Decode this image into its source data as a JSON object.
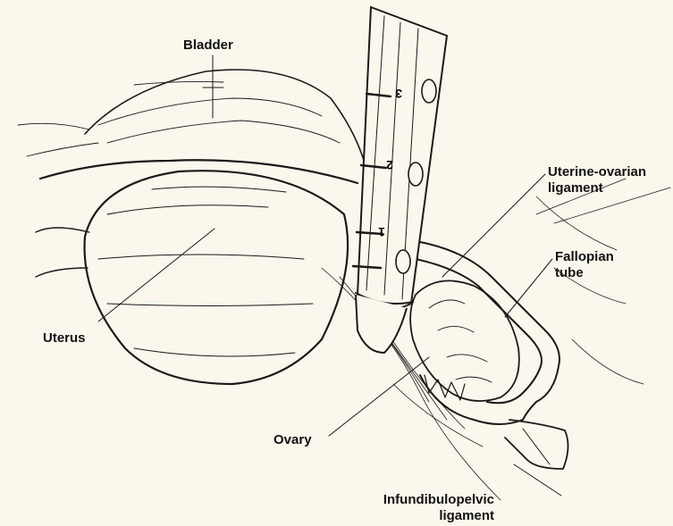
{
  "labels": {
    "bladder": "Bladder",
    "uterus": "Uterus",
    "uterine_ovarian_line1": "Uterine-ovarian",
    "uterine_ovarian_line2": "ligament",
    "fallopian_line1": "Fallopian",
    "fallopian_line2": "tube",
    "ovary": "Ovary",
    "infundibulopelvic_line1": "Infundibulopelvic",
    "infundibulopelvic_line2": "ligament"
  },
  "scope_marks": [
    "3",
    "2",
    "1"
  ]
}
